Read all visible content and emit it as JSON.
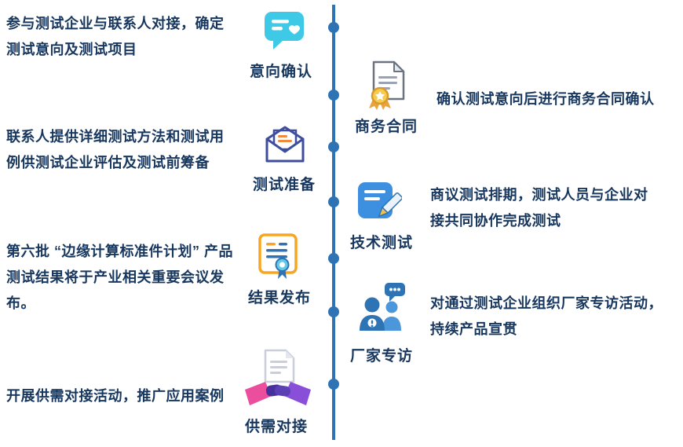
{
  "timeline": {
    "line_color": "#2E74B5",
    "text_color": "#17375E",
    "left_steps": [
      {
        "label": "意向确认",
        "icon": "chat-heart-icon",
        "icon_color": "#3EC9E6",
        "description": "参与测试企业与联系人对接，确定测试意向及测试项目"
      },
      {
        "label": "测试准备",
        "icon": "envelope-document-icon",
        "icon_color": "#3F4D9E",
        "description": "联系人提供详细测试方法和测试用例供测试企业评估及测试前筹备"
      },
      {
        "label": "结果发布",
        "icon": "certificate-award-icon",
        "icon_color": "#F5A623",
        "description": "第六批 “边缘计算标准件计划” 产品测试结果将于产业相关重要会议发布。"
      },
      {
        "label": "供需对接",
        "icon": "handshake-document-icon",
        "icon_color": "#EA4E9C",
        "description": "开展供需对接活动，推广应用案例"
      }
    ],
    "right_steps": [
      {
        "label": "商务合同",
        "icon": "contract-seal-icon",
        "icon_color": "#F7CB4D",
        "description": "确认测试意向后进行商务合同确认"
      },
      {
        "label": "技术测试",
        "icon": "document-pencil-icon",
        "icon_color": "#3D8FE0",
        "description": "商议测试排期，测试人员与企业对接共同协作完成测试"
      },
      {
        "label": "厂家专访",
        "icon": "people-interview-icon",
        "icon_color": "#2E74B5",
        "description": "对通过测试企业组织厂家专访活动，持续产品宣贯"
      }
    ]
  }
}
